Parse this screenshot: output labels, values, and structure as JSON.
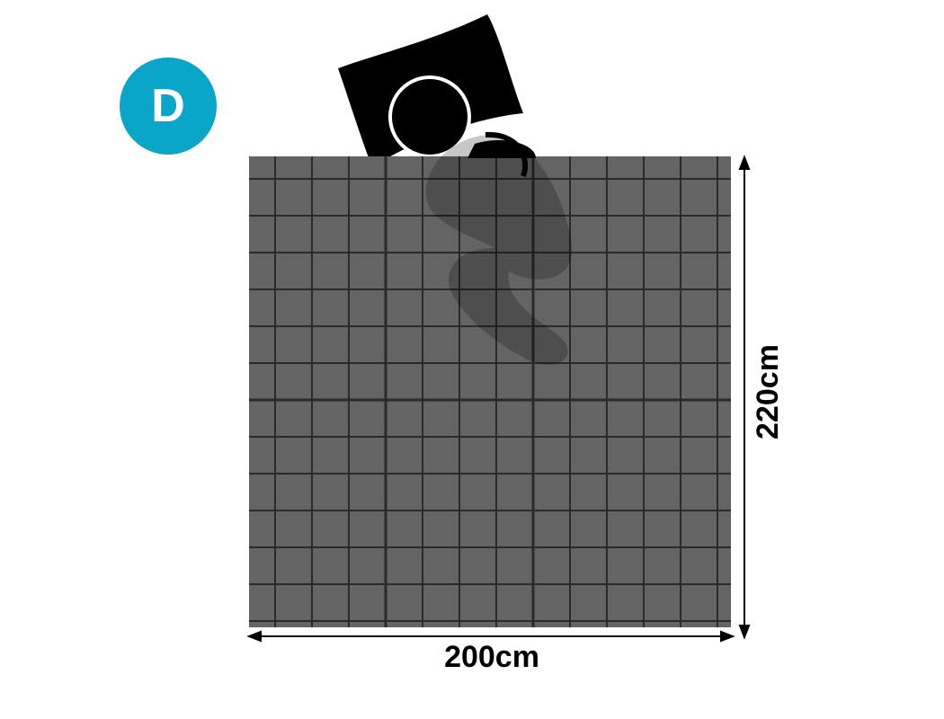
{
  "badge": {
    "letter": "D",
    "color": "#0aa6c9"
  },
  "dimensions": {
    "width_label": "200cm",
    "height_label": "220cm"
  },
  "colors": {
    "blanket": "#646464",
    "grid_line": "#2a2a2a",
    "sleeper": "#000000"
  },
  "icons": {
    "sleeper": "side-sleeper-silhouette-icon",
    "pillow": "pillow-icon"
  }
}
